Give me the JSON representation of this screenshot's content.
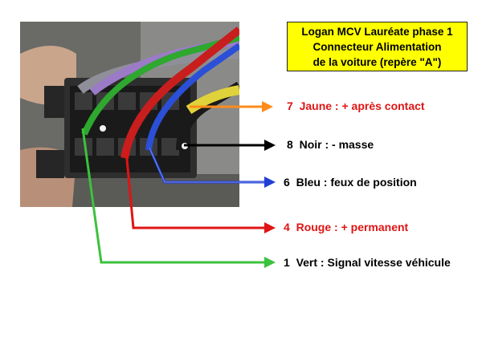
{
  "title": {
    "line1": "Logan MCV Lauréate phase 1",
    "line2": "Connecteur Alimentation",
    "line3": "de la voiture (repère \"A\")",
    "background": "#ffff00"
  },
  "wires": [
    {
      "number": "7",
      "text": "Jaune : + après contact",
      "color": "#ff8c1a",
      "label_color": "#e01414"
    },
    {
      "number": "8",
      "text": "Noir : - masse",
      "color": "#000000",
      "label_color": "#000000"
    },
    {
      "number": "6",
      "text": "Bleu : feux de position",
      "color": "#1f3fd6",
      "label_color": "#000000"
    },
    {
      "number": "4",
      "text": "Rouge : + permanent",
      "color": "#e01414",
      "label_color": "#e01414"
    },
    {
      "number": "1",
      "text": "Vert : Signal vitesse véhicule",
      "color": "#3cc23c",
      "label_color": "#000000"
    }
  ]
}
